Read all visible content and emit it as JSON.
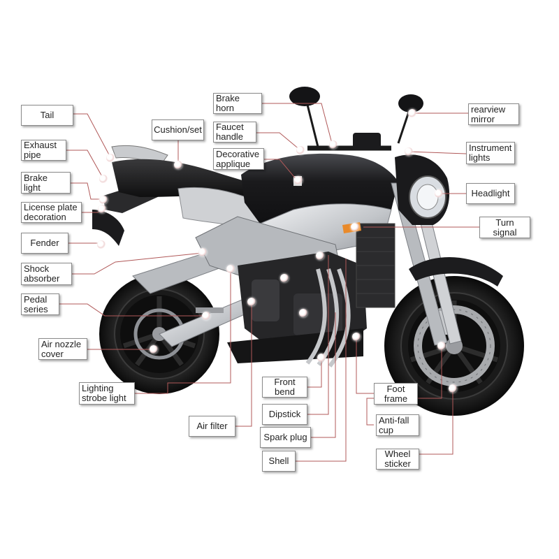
{
  "labels": {
    "tail": "Tail",
    "exhaust_pipe": "Exhaust\npipe",
    "brake_light": "Brake\nlight",
    "license_plate": "License plate\ndecoration",
    "fender": "Fender",
    "shock_absorber": "Shock\nabsorber",
    "pedal_series": "Pedal\nseries",
    "air_nozzle_cover": "Air nozzle\ncover",
    "lighting_strobe": "Lighting\nstrobe light",
    "air_filter": "Air filter",
    "cushion_set": "Cushion/set",
    "brake_horn": "Brake\nhorn",
    "faucet_handle": "Faucet\nhandle",
    "decorative_applique": "Decorative\napplique",
    "front_bend": "Front\nbend",
    "dipstick": "Dipstick",
    "spark_plug": "Spark plug",
    "shell": "Shell",
    "rearview_mirror": "rearview\nmirror",
    "instrument_lights": "Instrument\nlights",
    "headlight": "Headlight",
    "turn_signal": "Turn\nsignal",
    "foot_frame": "Foot\nframe",
    "anti_fall_cup": "Anti-fall\ncup",
    "wheel_sticker": "Wheel\nsticker"
  },
  "colors": {
    "leader_line": "#b05858",
    "bike_body": "#1d1d1f",
    "bike_silver": "#c8cacd",
    "tire": "#141414",
    "rotor": "#a8aaad",
    "accent_orange": "#e98a2a"
  }
}
